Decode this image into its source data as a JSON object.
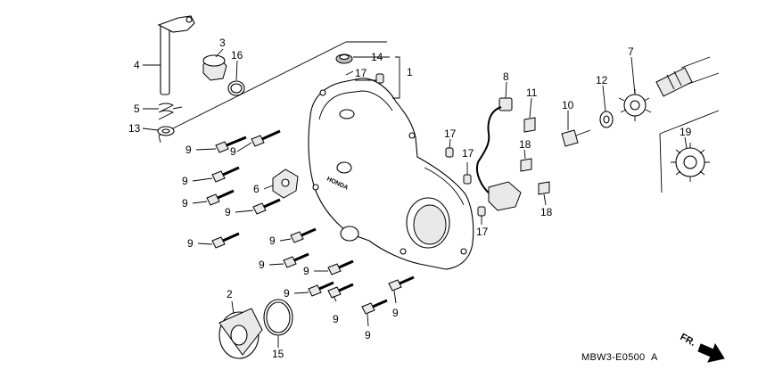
{
  "callouts": {
    "c1": "1",
    "c2": "2",
    "c3": "3",
    "c4": "4",
    "c5": "5",
    "c6": "6",
    "c7": "7",
    "c8": "8",
    "c9": "9",
    "c10": "10",
    "c11": "11",
    "c12": "12",
    "c13": "13",
    "c14": "14",
    "c15": "15",
    "c16": "16",
    "c17": "17",
    "c18": "18",
    "c19": "19"
  },
  "cover_brand": "HONDA",
  "diagram_code": "MBW3-E0500",
  "diagram_revision": "A",
  "direction_label": "FR.",
  "colors": {
    "ink": "#000000",
    "background": "#ffffff",
    "shade": "#e9e9e9"
  }
}
